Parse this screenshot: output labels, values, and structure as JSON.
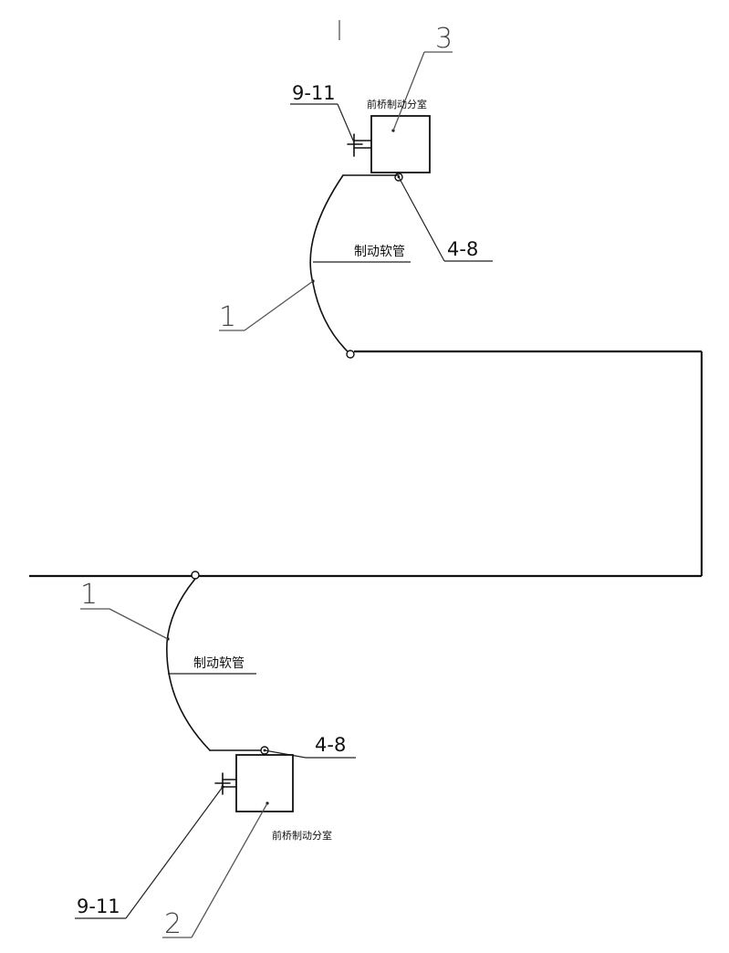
{
  "labels": {
    "top_valve_ref": "9-11",
    "top_chamber_ref": "3",
    "top_chamber_name": "前桥制动分室",
    "top_hose_name": "制动软管",
    "top_fitting_ref": "4-8",
    "top_hose_ref": "1",
    "bottom_hose_ref": "1",
    "bottom_hose_name": "制动软管",
    "bottom_fitting_ref": "4-8",
    "bottom_chamber_name": "前桥制动分室",
    "bottom_valve_ref": "9-11",
    "bottom_chamber_ref": "2"
  }
}
